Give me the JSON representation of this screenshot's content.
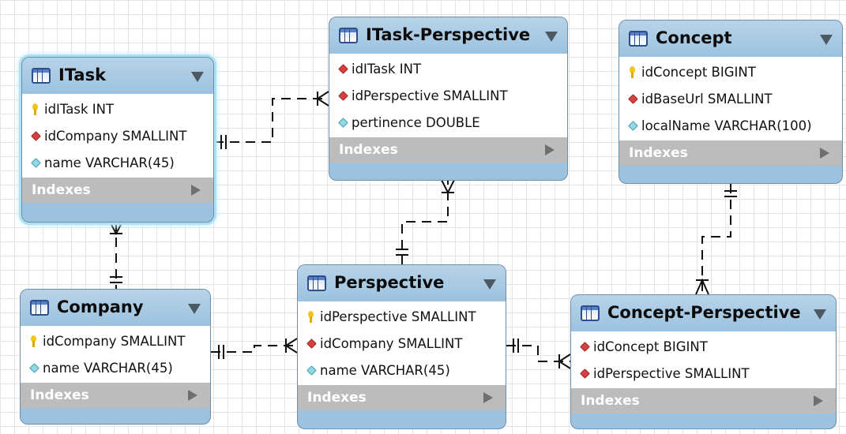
{
  "diagram": {
    "index_section_label": "Indexes",
    "entities": [
      {
        "id": "itask",
        "name": "ITask",
        "selected": true,
        "fields": [
          {
            "kind": "primary-key",
            "label": "idITask INT"
          },
          {
            "kind": "foreign-key",
            "label": "idCompany SMALLINT"
          },
          {
            "kind": "attribute",
            "label": "name VARCHAR(45)"
          }
        ]
      },
      {
        "id": "itask-perspective",
        "name": "ITask-Perspective",
        "selected": false,
        "fields": [
          {
            "kind": "foreign-key",
            "label": "idITask INT"
          },
          {
            "kind": "foreign-key",
            "label": "idPerspective SMALLINT"
          },
          {
            "kind": "attribute",
            "label": "pertinence DOUBLE"
          }
        ]
      },
      {
        "id": "concept",
        "name": "Concept",
        "selected": false,
        "fields": [
          {
            "kind": "primary-key",
            "label": "idConcept BIGINT"
          },
          {
            "kind": "foreign-key",
            "label": "idBaseUrl SMALLINT"
          },
          {
            "kind": "attribute",
            "label": "localName VARCHAR(100)"
          }
        ]
      },
      {
        "id": "company",
        "name": "Company",
        "selected": false,
        "fields": [
          {
            "kind": "primary-key",
            "label": "idCompany SMALLINT"
          },
          {
            "kind": "attribute",
            "label": "name VARCHAR(45)"
          }
        ]
      },
      {
        "id": "perspective",
        "name": "Perspective",
        "selected": false,
        "fields": [
          {
            "kind": "primary-key",
            "label": "idPerspective SMALLINT"
          },
          {
            "kind": "foreign-key",
            "label": "idCompany SMALLINT"
          },
          {
            "kind": "attribute",
            "label": "name VARCHAR(45)"
          }
        ]
      },
      {
        "id": "concept-perspective",
        "name": "Concept-Perspective",
        "selected": false,
        "fields": [
          {
            "kind": "foreign-key",
            "label": "idConcept BIGINT"
          },
          {
            "kind": "foreign-key",
            "label": "idPerspective SMALLINT"
          }
        ]
      }
    ],
    "relationships": [
      {
        "from": "itask",
        "to": "itask-perspective",
        "from_card": "one",
        "to_card": "many"
      },
      {
        "from": "company",
        "to": "itask",
        "from_card": "one",
        "to_card": "many"
      },
      {
        "from": "perspective",
        "to": "itask-perspective",
        "from_card": "one",
        "to_card": "many"
      },
      {
        "from": "company",
        "to": "perspective",
        "from_card": "one",
        "to_card": "many"
      },
      {
        "from": "perspective",
        "to": "concept-perspective",
        "from_card": "one",
        "to_card": "many"
      },
      {
        "from": "concept",
        "to": "concept-perspective",
        "from_card": "one",
        "to_card": "many"
      }
    ]
  }
}
